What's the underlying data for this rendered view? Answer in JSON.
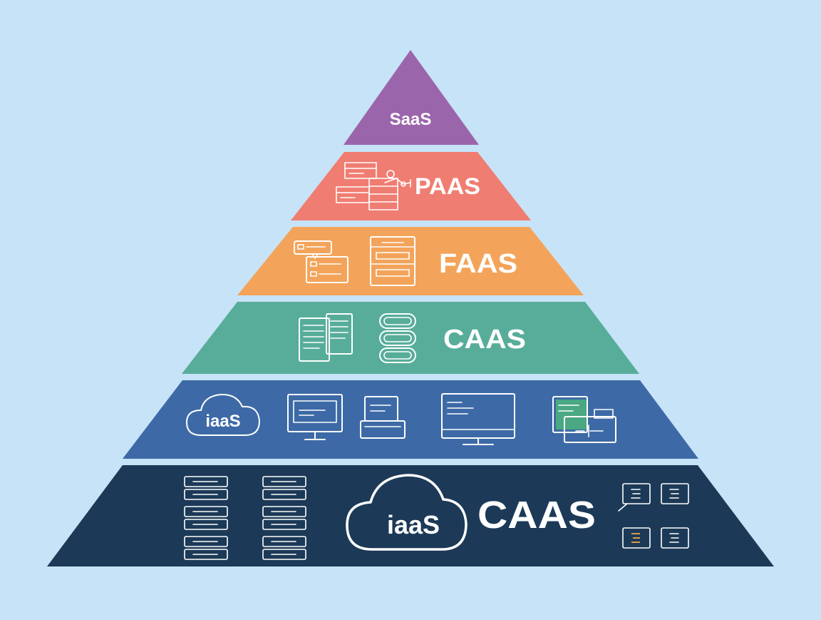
{
  "diagram": {
    "colors": {
      "background": "#c7e3f7",
      "tier_saas": "#9b65ac",
      "tier_paas": "#f07d72",
      "tier_faas": "#f3a45a",
      "tier_caas": "#57ad9a",
      "tier_iaas": "#3d6aa6",
      "tier_base": "#1c3a57",
      "accent_green": "#4aa882",
      "accent_orange": "#f2a24e"
    },
    "tiers": [
      {
        "label": "SaaS"
      },
      {
        "label": "PAAS"
      },
      {
        "label": "FAAS"
      },
      {
        "label": "CAAS"
      },
      {
        "label": "iaaS"
      },
      {
        "label": "CAAS",
        "cloud_label": "iaaS"
      }
    ],
    "icons": {
      "paas": [
        "browser-windows-icon",
        "stacked-panels-icon",
        "robot-arm-icon"
      ],
      "faas": [
        "chat-bubble-icon",
        "function-card-icon",
        "document-stack-icon"
      ],
      "caas": [
        "document-pages-icon",
        "container-pills-icon"
      ],
      "iaas": [
        "cloud-icon",
        "monitor-icon",
        "printer-icon",
        "desktop-icon",
        "network-screens-icon"
      ],
      "base": [
        "server-rack-icon",
        "server-rack-icon",
        "cloud-icon",
        "chat-terminal-icon",
        "terminal-icon",
        "terminal-icon",
        "terminal-icon"
      ]
    }
  }
}
